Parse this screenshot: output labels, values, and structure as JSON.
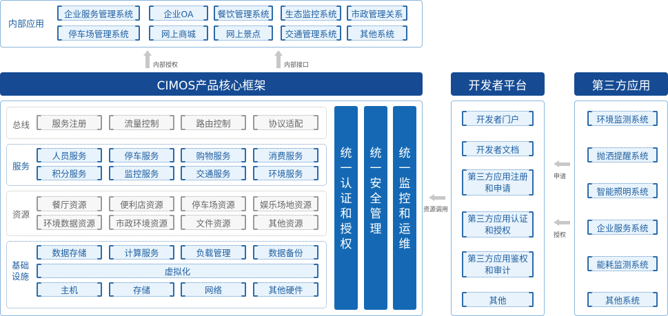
{
  "internal_apps": {
    "label": "内部应用",
    "items": [
      "企业服务管理系统",
      "企业OA",
      "餐饮管理系统",
      "生态监控系统",
      "市政管理关系",
      "停车场管理系统",
      "网上商城",
      "网上景点",
      "交通管理系统",
      "其他系统"
    ]
  },
  "arrows": {
    "internal_auth": "内部授权",
    "internal_interface": "内部接口",
    "resource_call": "资源调用",
    "apply": "申请",
    "authorize": "授权"
  },
  "core": {
    "title": "CIMOS产品核心框架",
    "layers": [
      {
        "label": "总线",
        "style": "gray",
        "items": [
          "服务注册",
          "流量控制",
          "路由控制",
          "协议适配"
        ]
      },
      {
        "label": "服务",
        "style": "blue",
        "items": [
          "人员服务",
          "停车服务",
          "购物服务",
          "消费服务",
          "积分服务",
          "监控服务",
          "交通服务",
          "环境服务"
        ]
      },
      {
        "label": "资源",
        "style": "gray",
        "items": [
          "餐厅资源",
          "便利店资源",
          "停车场资源",
          "娱乐场地资源",
          "环境数据资源",
          "市政环境资源",
          "文件资源",
          "其他资源"
        ]
      },
      {
        "label": "基础设施",
        "style": "blue",
        "items": [
          "数据存储",
          "计算服务",
          "负载管理",
          "数据备份",
          "虚拟化",
          "主机",
          "存储",
          "网络",
          "其他硬件"
        ]
      }
    ],
    "pillars": [
      "统一认证和授权",
      "统一安全管理",
      "统一监控和运维"
    ]
  },
  "developer_platform": {
    "title": "开发者平台",
    "items": [
      "开发者门户",
      "开发者文档",
      "第三方应用注册和申请",
      "第三方应用认证和授权",
      "第三方应用鉴权和审计",
      "其他"
    ]
  },
  "third_party": {
    "title": "第三方应用",
    "items": [
      "环境监测系统",
      "抛洒提醒系统",
      "智能照明系统",
      "企业服务系统",
      "能耗监测系统",
      "其他系统"
    ]
  }
}
